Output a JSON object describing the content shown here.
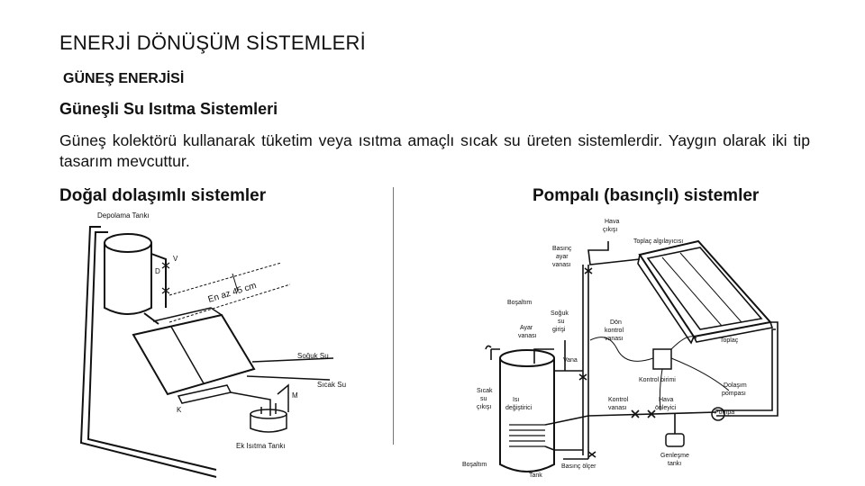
{
  "title": "ENERJİ DÖNÜŞÜM SİSTEMLERİ",
  "section": "GÜNEŞ ENERJİSİ",
  "subsection": "Güneşli Su Isıtma Sistemleri",
  "body": "Güneş kolektörü kullanarak tüketim veya ısıtma amaçlı sıcak su üreten sistemlerdir. Yaygın olarak iki tip tasarım mevcuttur.",
  "left_figure": {
    "caption": "Doğal dolaşımlı sistemler",
    "labels": {
      "storage_tank": "Depolama Tankı",
      "cold_water": "Soğuk Su",
      "hot_water": "Sıcak Su",
      "aux_tank": "Ek Isıtma Tankı",
      "height_note": "En az 45 cm",
      "letter_d": "D",
      "letter_v": "V",
      "letter_m": "M",
      "letter_k": "K"
    }
  },
  "right_figure": {
    "caption": "Pompalı (basınçlı) sistemler",
    "labels": {
      "air_outlet_1": "Hava",
      "air_outlet_2": "çıkışı",
      "collector_sensor": "Toplaç algılayıcısı",
      "pressure_valve_1": "Basınç",
      "pressure_valve_2": "ayar",
      "pressure_valve_3": "vanası",
      "drain_top": "Boşaltım",
      "cold_inlet_1": "Soğuk",
      "cold_inlet_2": "su",
      "cold_inlet_3": "girişi",
      "regulator_1": "Ayar",
      "regulator_2": "vanası",
      "check_valve_1": "Dön",
      "check_valve_2": "kontrol",
      "check_valve_3": "vanası",
      "collector": "Toplaç",
      "valve": "Vana",
      "control_unit": "Kontrol birimi",
      "circ_pump_1": "Dolaşım",
      "circ_pump_2": "pompası",
      "hot_outlet_1": "Sıcak",
      "hot_outlet_2": "su",
      "hot_outlet_3": "çıkışı",
      "heat_exchanger_1": "Isı",
      "heat_exchanger_2": "değiştirici",
      "control_valve_1": "Kontrol",
      "control_valve_2": "vanası",
      "air_vent_1": "Hava",
      "air_vent_2": "önleyici",
      "pump": "Pompa",
      "expansion_1": "Genleşme",
      "expansion_2": "tankı",
      "drain_bottom": "Boşaltım",
      "tank": "Tank",
      "pressure_gauge": "Basınç ölçer"
    }
  }
}
